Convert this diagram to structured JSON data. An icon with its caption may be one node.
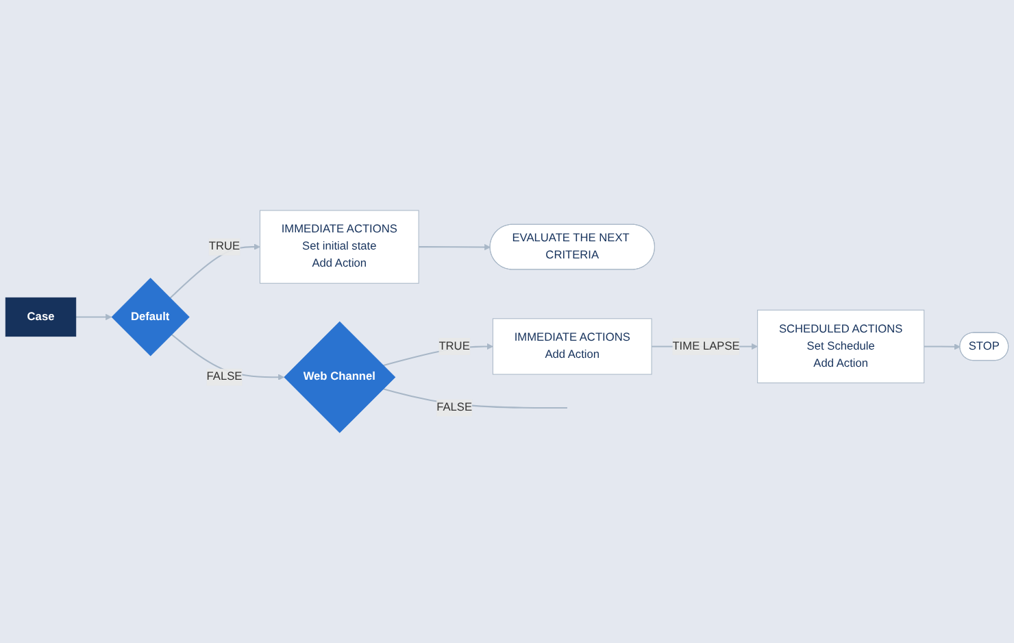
{
  "diagram": {
    "nodes": [
      {
        "text": [
          "Case"
        ]
      },
      {
        "text": [
          "Default"
        ]
      },
      {
        "text": [
          "IMMEDIATE ACTIONS",
          "Set initial state",
          "Add Action"
        ]
      },
      {
        "text": [
          "EVALUATE THE NEXT CRITERIA"
        ]
      },
      {
        "text": [
          "Web Channel"
        ]
      },
      {
        "text": [
          "IMMEDIATE ACTIONS",
          "Add Action"
        ]
      },
      {
        "text": [
          "SCHEDULED ACTIONS",
          "Set Schedule",
          "Add Action"
        ]
      },
      {
        "text": [
          "STOP"
        ]
      }
    ],
    "edges": [
      {
        "from": 0,
        "to": 1,
        "arrow": "to"
      },
      {
        "from": 1,
        "to": 2,
        "label": "TRUE",
        "arrow": "to"
      },
      {
        "from": 2,
        "to": 3,
        "arrow": "to"
      },
      {
        "from": 1,
        "to": 4,
        "label": "FALSE",
        "arrow": "to"
      },
      {
        "from": 4,
        "to": 5,
        "label": "TRUE",
        "arrow": "to"
      },
      {
        "from": 5,
        "to": 6,
        "label": "TIME LAPSE",
        "arrow": "to"
      },
      {
        "from": 6,
        "to": 7,
        "arrow": "to"
      },
      {
        "from": 4,
        "to": null,
        "label": "FALSE",
        "arrow": "none"
      }
    ]
  }
}
